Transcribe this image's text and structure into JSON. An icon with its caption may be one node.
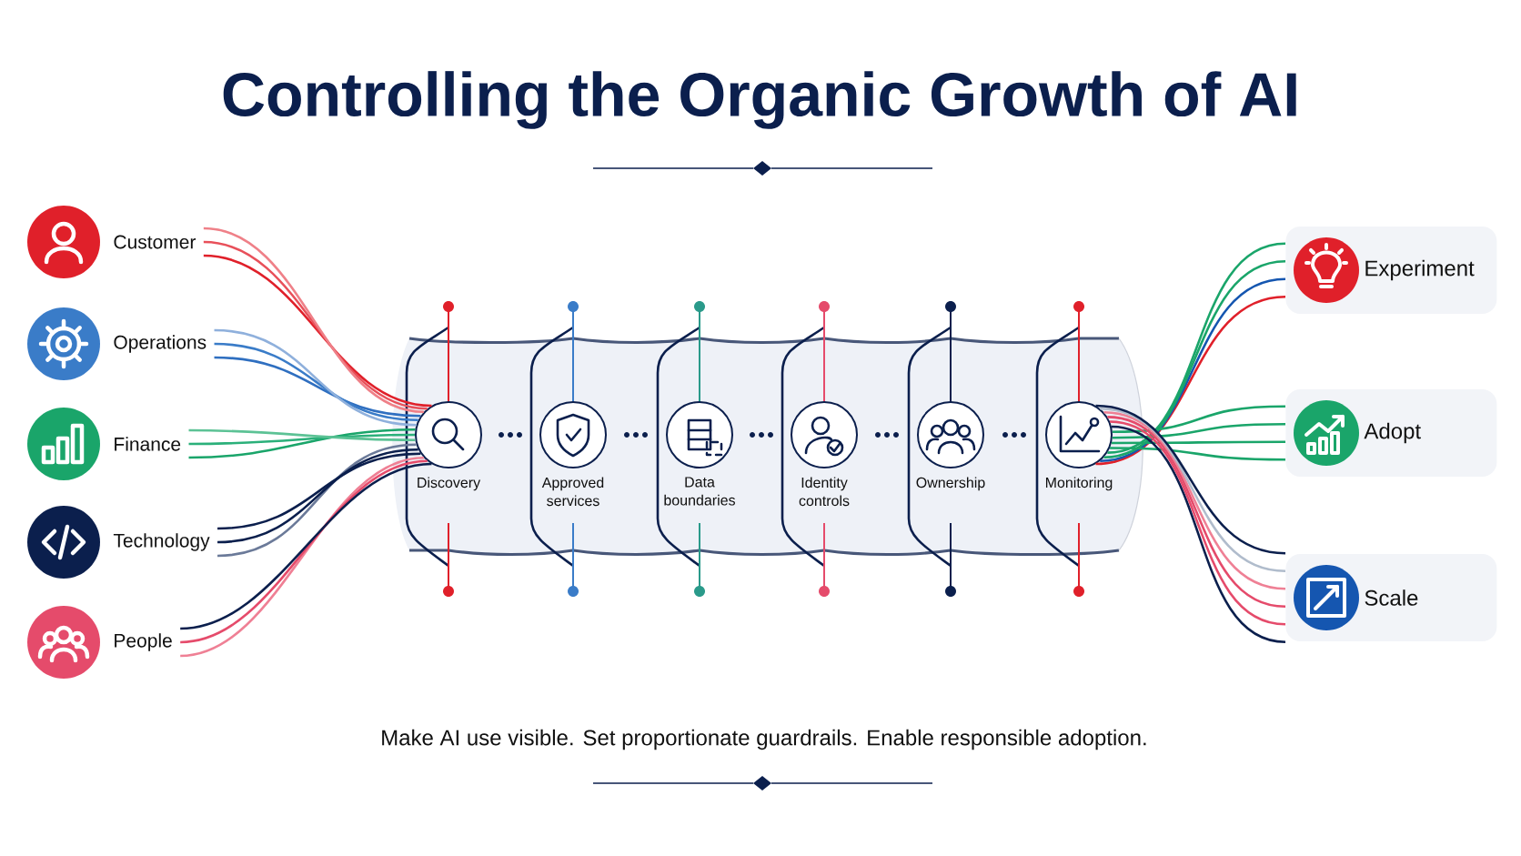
{
  "diagram": {
    "title": "Controlling the Organic Growth of AI",
    "caption": "Make AI use visible. Set proportionate guardrails. Enable responsible adoption.",
    "nodes": [
      {
        "text": [
          "Customer"
        ]
      },
      {
        "text": [
          "Operations"
        ]
      },
      {
        "text": [
          "Finance"
        ]
      },
      {
        "text": [
          "Technology"
        ]
      },
      {
        "text": [
          "People"
        ]
      },
      {
        "text": [
          "Discovery"
        ]
      },
      {
        "text": [
          "Approved services"
        ]
      },
      {
        "text": [
          "Data boundaries"
        ]
      },
      {
        "text": [
          "Identity controls"
        ]
      },
      {
        "text": [
          "Ownership"
        ]
      },
      {
        "text": [
          "Monitoring"
        ]
      },
      {
        "text": [
          "Experiment"
        ]
      },
      {
        "text": [
          "Adopt"
        ]
      },
      {
        "text": [
          "Scale"
        ]
      }
    ],
    "edges": [
      {
        "from": 0,
        "to": 5,
        "arrow": "none",
        "color": "#e0202a"
      },
      {
        "from": 0,
        "to": 5,
        "arrow": "none",
        "color": "#e8505a"
      },
      {
        "from": 0,
        "to": 5,
        "arrow": "none",
        "color": "#ef8088"
      },
      {
        "from": 1,
        "to": 5,
        "arrow": "none",
        "color": "#2f6fc0"
      },
      {
        "from": 1,
        "to": 5,
        "arrow": "none",
        "color": "#3a7cc8"
      },
      {
        "from": 1,
        "to": 5,
        "arrow": "none",
        "color": "#8fb0dc"
      },
      {
        "from": 2,
        "to": 5,
        "arrow": "none",
        "color": "#1aa56a"
      },
      {
        "from": 2,
        "to": 5,
        "arrow": "none",
        "color": "#2bb07a"
      },
      {
        "from": 2,
        "to": 5,
        "arrow": "none",
        "color": "#5cc295"
      },
      {
        "from": 3,
        "to": 5,
        "arrow": "none",
        "color": "#6b7a99"
      },
      {
        "from": 3,
        "to": 5,
        "arrow": "none",
        "color": "#0b1f4d"
      },
      {
        "from": 3,
        "to": 5,
        "arrow": "none",
        "color": "#0b1f4d"
      },
      {
        "from": 4,
        "to": 5,
        "arrow": "none",
        "color": "#ef8095"
      },
      {
        "from": 4,
        "to": 5,
        "arrow": "none",
        "color": "#e54b6b"
      },
      {
        "from": 4,
        "to": 5,
        "arrow": "none",
        "color": "#0b1f4d"
      },
      {
        "from": 10,
        "to": 11,
        "arrow": "none",
        "color": "#e0202a"
      },
      {
        "from": 10,
        "to": 11,
        "arrow": "none",
        "color": "#1556b0"
      },
      {
        "from": 10,
        "to": 11,
        "arrow": "none",
        "color": "#1aa56a"
      },
      {
        "from": 10,
        "to": 11,
        "arrow": "none",
        "color": "#1aa56a"
      },
      {
        "from": 10,
        "to": 12,
        "arrow": "none",
        "color": "#1aa56a"
      },
      {
        "from": 10,
        "to": 12,
        "arrow": "none",
        "color": "#1aa56a"
      },
      {
        "from": 10,
        "to": 12,
        "arrow": "none",
        "color": "#1aa56a"
      },
      {
        "from": 10,
        "to": 12,
        "arrow": "none",
        "color": "#1aa56a"
      },
      {
        "from": 10,
        "to": 13,
        "arrow": "none",
        "color": "#0b1f4d"
      },
      {
        "from": 10,
        "to": 13,
        "arrow": "none",
        "color": "#e54b6b"
      },
      {
        "from": 10,
        "to": 13,
        "arrow": "none",
        "color": "#e54b6b"
      },
      {
        "from": 10,
        "to": 13,
        "arrow": "none",
        "color": "#ef8095"
      },
      {
        "from": 10,
        "to": 13,
        "arrow": "none",
        "color": "#b0bccc"
      },
      {
        "from": 10,
        "to": 13,
        "arrow": "none",
        "color": "#0b1f4d"
      }
    ]
  }
}
